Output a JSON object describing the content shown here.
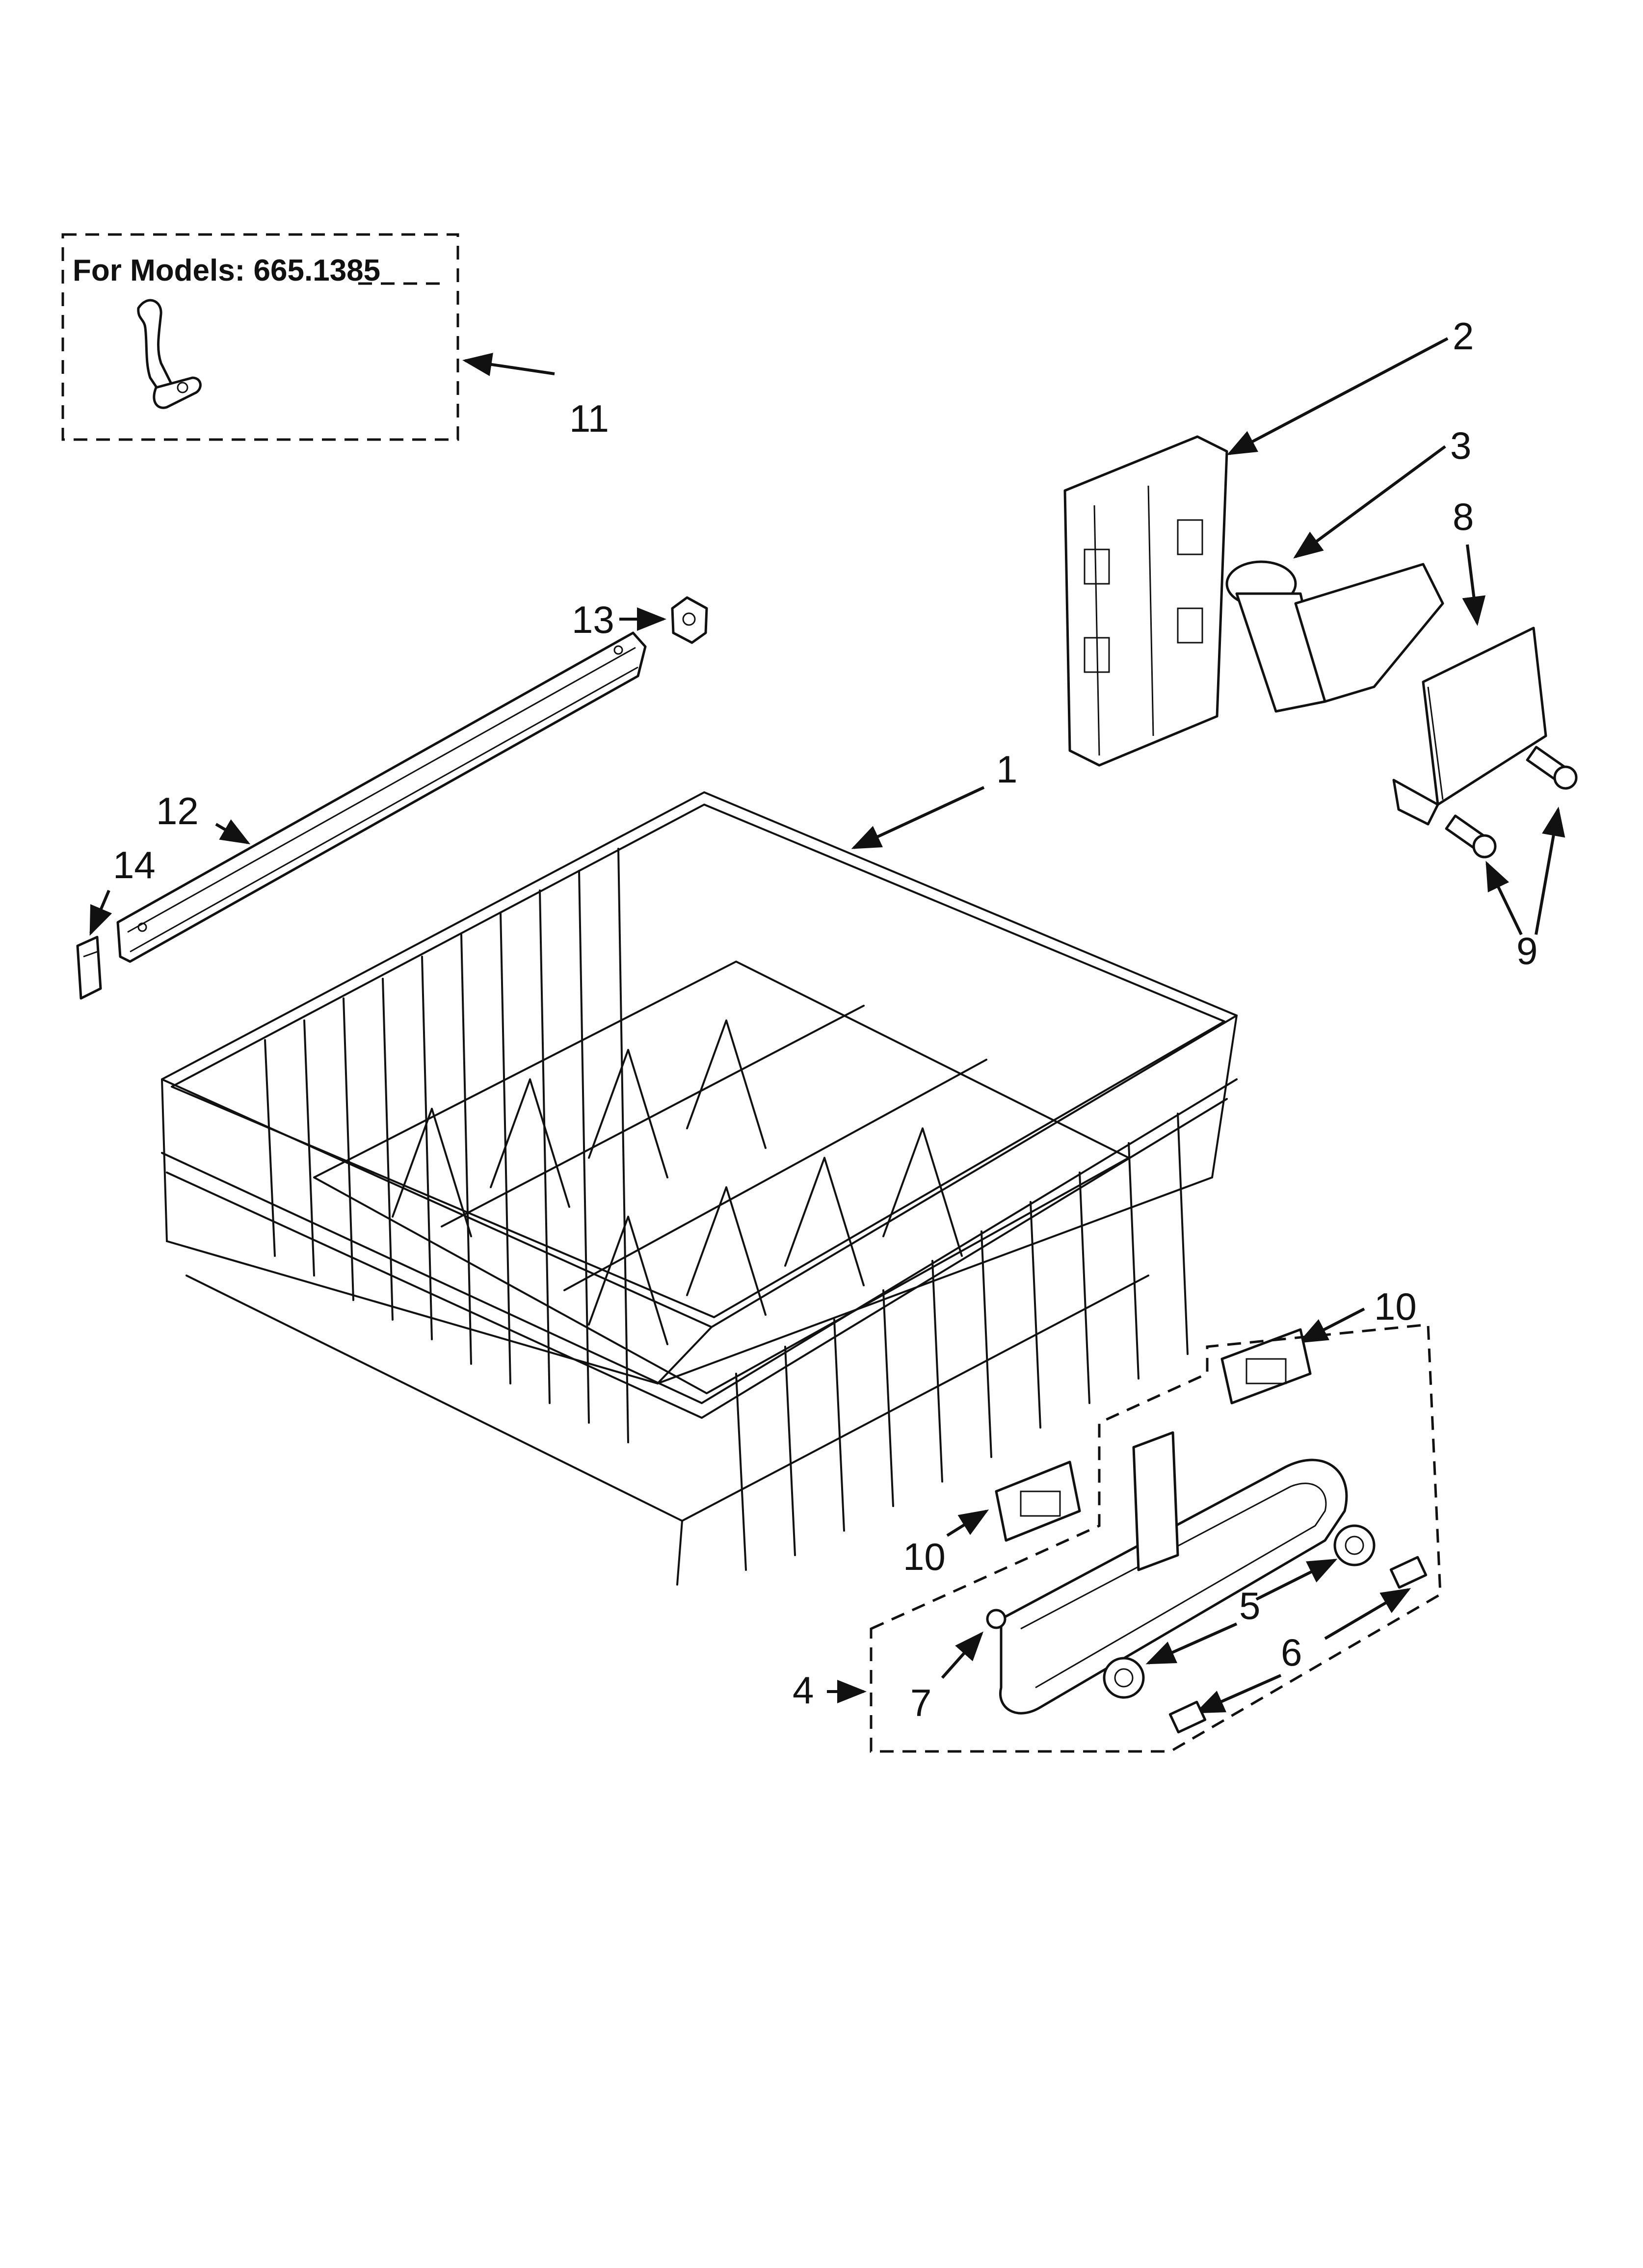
{
  "model_note": {
    "label": "For Models: 665.1385"
  },
  "callouts": {
    "c1": "1",
    "c2": "2",
    "c3": "3",
    "c4": "4",
    "c5": "5",
    "c6": "6",
    "c7": "7",
    "c8": "8",
    "c9": "9",
    "c10a": "10",
    "c10b": "10",
    "c11": "11",
    "c12": "12",
    "c13": "13",
    "c14": "14"
  },
  "colors": {
    "line": "#111111",
    "background": "#ffffff"
  }
}
